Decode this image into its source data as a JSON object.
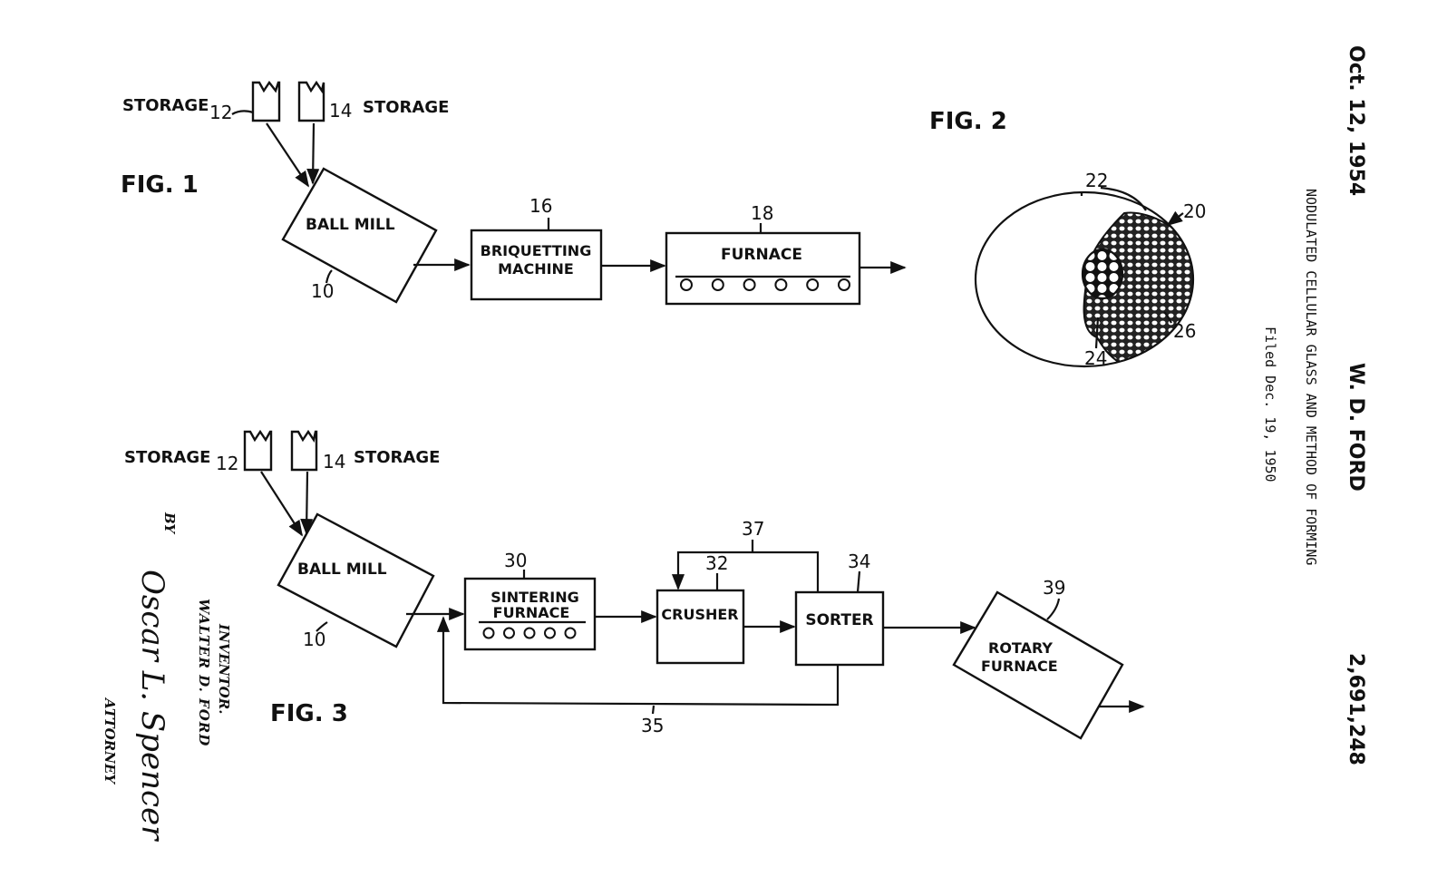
{
  "header": {
    "date": "Oct. 12, 1954",
    "inventor_name": "W. D. FORD",
    "patent_number": "2,691,248",
    "title": "NODULATED CELLULAR GLASS AND METHOD OF FORMING",
    "filed": "Filed Dec. 19, 1950"
  },
  "fig1": {
    "label": "FIG. 1",
    "storage_left": {
      "text": "STORAGE",
      "ref": "12"
    },
    "storage_right": {
      "text": "STORAGE",
      "ref": "14"
    },
    "ball_mill": {
      "text": "BALL MILL",
      "ref": "10"
    },
    "briquetting": {
      "line1": "BRIQUETTING",
      "line2": "MACHINE",
      "ref": "16"
    },
    "furnace": {
      "text": "FURNACE",
      "ref": "18",
      "rollers": 6
    }
  },
  "fig2": {
    "label": "FIG. 2",
    "refs": {
      "outer": "20",
      "shell": "22",
      "core": "24",
      "cells": "26"
    }
  },
  "fig3": {
    "label": "FIG. 3",
    "storage_left": {
      "text": "STORAGE",
      "ref": "12"
    },
    "storage_right": {
      "text": "STORAGE",
      "ref": "14"
    },
    "ball_mill": {
      "text": "BALL MILL",
      "ref": "10"
    },
    "sintering": {
      "line1": "SINTERING",
      "line2": "FURNACE",
      "ref": "30",
      "rollers": 5
    },
    "crusher": {
      "text": "CRUSHER",
      "ref": "32"
    },
    "sorter": {
      "text": "SORTER",
      "ref": "34"
    },
    "return_line_ref": "35",
    "recycle_line_ref": "37",
    "rotary": {
      "line1": "ROTARY",
      "line2": "FURNACE",
      "ref": "39"
    }
  },
  "signature_block": {
    "by": "BY",
    "inventor_label": "INVENTOR.",
    "inventor": "WALTER D. FORD",
    "signature": "Oscar L. Spencer",
    "attorney_label": "ATTORNEY"
  }
}
